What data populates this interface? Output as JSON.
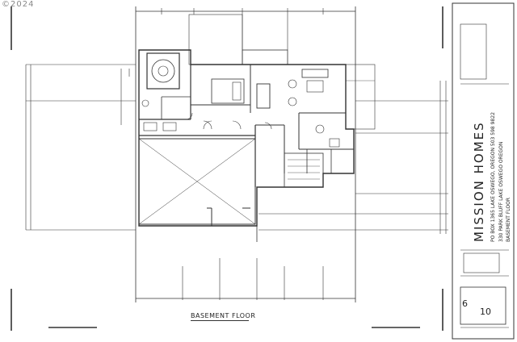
{
  "watermark": "©2024",
  "plan": {
    "title": "BASEMENT FLOOR"
  },
  "title_block": {
    "company": "MISSION HOMES",
    "address_line": "PO BOX 1365 LAKE OSWEGO, OREGON 503 598 9822",
    "project_line": "330 PARK BLUFF LAKE OSWEGO OREGON",
    "sheet_title": "BASEMENT FLOOR",
    "sheet_number": "6",
    "sheet_total": "10"
  },
  "colors": {
    "line": "#333333",
    "background": "#ffffff"
  }
}
